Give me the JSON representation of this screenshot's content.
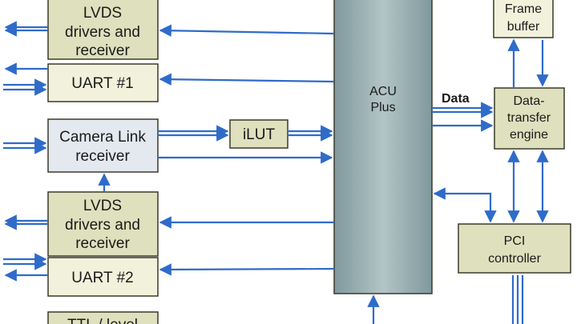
{
  "blocks": {
    "lvds1": {
      "lines": [
        "LVDS",
        "drivers and",
        "receiver"
      ]
    },
    "uart1": {
      "lines": [
        "UART #1"
      ]
    },
    "camera_link": {
      "lines": [
        "Camera Link",
        "receiver"
      ]
    },
    "ilut": {
      "lines": [
        "iLUT"
      ]
    },
    "lvds2": {
      "lines": [
        "LVDS",
        "drivers and",
        "receiver"
      ]
    },
    "uart2": {
      "lines": [
        "UART #2"
      ]
    },
    "partial_bottom": {
      "lines": [
        "TTL / level"
      ]
    },
    "acu": {
      "lines": [
        "ACU",
        "Plus"
      ]
    },
    "frame_buffer": {
      "lines": [
        "Frame",
        "buffer"
      ]
    },
    "data_transfer": {
      "lines": [
        "Data-",
        "transfer",
        "engine"
      ]
    },
    "pci": {
      "lines": [
        "PCI",
        "controller"
      ]
    }
  },
  "labels": {
    "data": "Data"
  },
  "colors": {
    "block_fill": "#dfe0bd",
    "block_stroke": "#3a3a2a",
    "camera_fill": "#e4e9f0",
    "acu_fill": "#8fa7aa",
    "wire": "#2f6bc9"
  }
}
